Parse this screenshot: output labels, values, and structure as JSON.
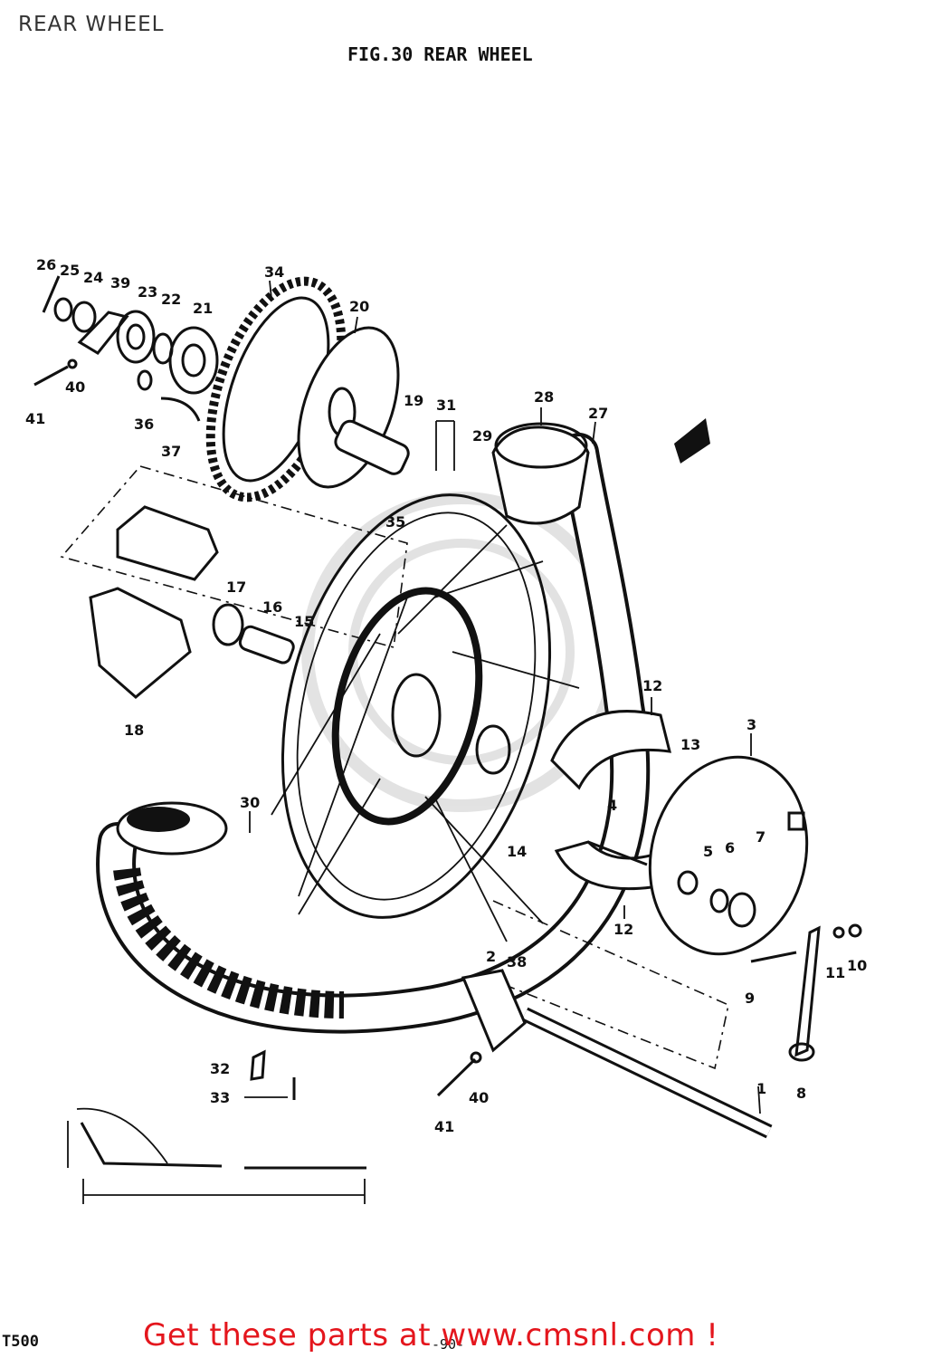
{
  "header": {
    "page_label": "REAR WHEEL",
    "figure_title": "FIG.30  REAR WHEEL"
  },
  "footer": {
    "model": "T500",
    "page_number": "-90-",
    "promo": "Get these parts at www.cmsnl.com !"
  },
  "callouts": [
    "26",
    "25",
    "24",
    "39",
    "23",
    "22",
    "21",
    "34",
    "20",
    "40",
    "41",
    "36",
    "37",
    "19",
    "31",
    "28",
    "27",
    "29",
    "35",
    "17",
    "16",
    "15",
    "18",
    "12",
    "3",
    "13",
    "30",
    "4",
    "14",
    "5",
    "6",
    "7",
    "12",
    "2",
    "38",
    "11",
    "10",
    "9",
    "32",
    "33",
    "40",
    "41",
    "1",
    "8"
  ]
}
